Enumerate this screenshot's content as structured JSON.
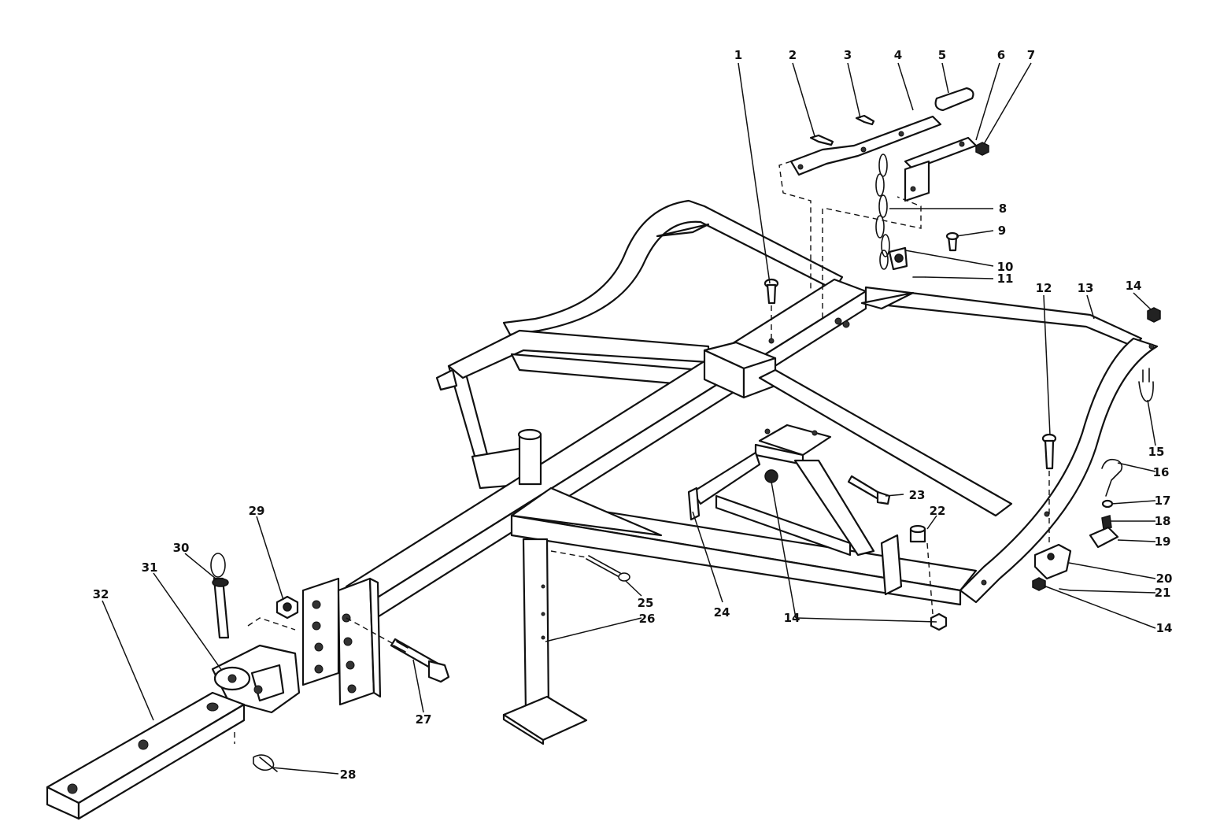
{
  "callouts": [
    {
      "label": "1"
    },
    {
      "label": "2"
    },
    {
      "label": "3"
    },
    {
      "label": "4"
    },
    {
      "label": "5"
    },
    {
      "label": "6"
    },
    {
      "label": "7"
    },
    {
      "label": "8"
    },
    {
      "label": "9"
    },
    {
      "label": "10"
    },
    {
      "label": "11"
    },
    {
      "label": "12"
    },
    {
      "label": "13"
    },
    {
      "label": "14"
    },
    {
      "label": "14"
    },
    {
      "label": "14"
    },
    {
      "label": "14"
    },
    {
      "label": "15"
    },
    {
      "label": "16"
    },
    {
      "label": "17"
    },
    {
      "label": "18"
    },
    {
      "label": "19"
    },
    {
      "label": "20"
    },
    {
      "label": "21"
    },
    {
      "label": "22"
    },
    {
      "label": "23"
    },
    {
      "label": "24"
    },
    {
      "label": "25"
    },
    {
      "label": "26"
    },
    {
      "label": "27"
    },
    {
      "label": "28"
    },
    {
      "label": "29"
    },
    {
      "label": "30"
    },
    {
      "label": "31"
    },
    {
      "label": "32"
    }
  ]
}
